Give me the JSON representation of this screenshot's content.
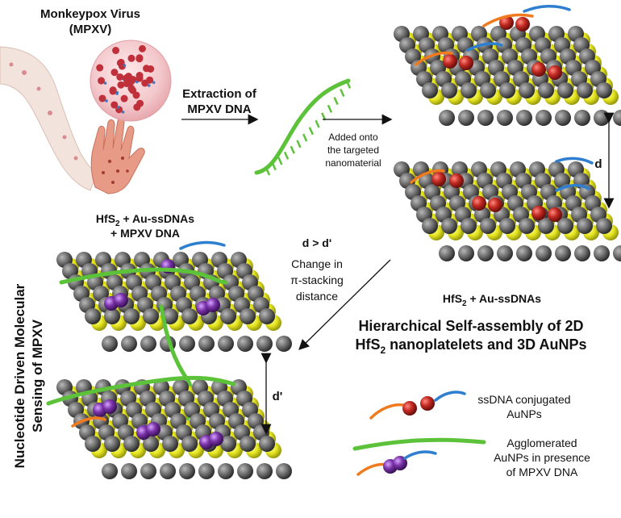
{
  "virus": {
    "title_line1": "Monkeypox Virus",
    "title_line2": "(MPXV)"
  },
  "step1": {
    "line1": "Extraction of",
    "line2": "MPXV DNA"
  },
  "step2": {
    "line1": "Added onto",
    "line2": "the targeted",
    "line3": "nanomaterial"
  },
  "spacing": {
    "d": "d",
    "d_prime": "d'"
  },
  "compare": {
    "line1": "d > d'",
    "line2": "Change in",
    "line3": "π-stacking",
    "line4": "distance"
  },
  "right_stack": {
    "caption_main": "HfS",
    "caption_sub": "2",
    "caption_rest": " + Au-ssDNAs"
  },
  "left_stack": {
    "caption1_main": "HfS",
    "caption1_sub": "2",
    "caption1_rest": " + Au-ssDNAs",
    "caption2": "+ MPXV DNA"
  },
  "hierarchy": {
    "line1": "Hierarchical Self-assembly of 2D",
    "line2_main": "HfS",
    "line2_sub": "2",
    "line2_rest": " nanoplatelets and 3D AuNPs"
  },
  "side_title": {
    "line1": "Nucleotide Driven Molecular",
    "line2": "Sensing of MPXV"
  },
  "legend": {
    "item1_line1": "ssDNA conjugated",
    "item1_line2": "AuNPs",
    "item2_line1": "Agglomerated",
    "item2_line2": "AuNPs in presence",
    "item2_line3": "of MPXV DNA"
  },
  "colors": {
    "sulfur": "#e8e82a",
    "hafnium": "#6f6f6f",
    "gold_np": "#b3201e",
    "agglomerated_np": "#6b2a8e",
    "dna_green": "#5cc23a",
    "dna_orange": "#f07a1e",
    "dna_blue": "#2f7fd0",
    "virus_red": "#c0303a",
    "skin": "#f2cfc0"
  },
  "icons": [
    "virus-icon",
    "arm-icon",
    "hand-icon",
    "dna-strand-icon",
    "arrow-icon"
  ]
}
